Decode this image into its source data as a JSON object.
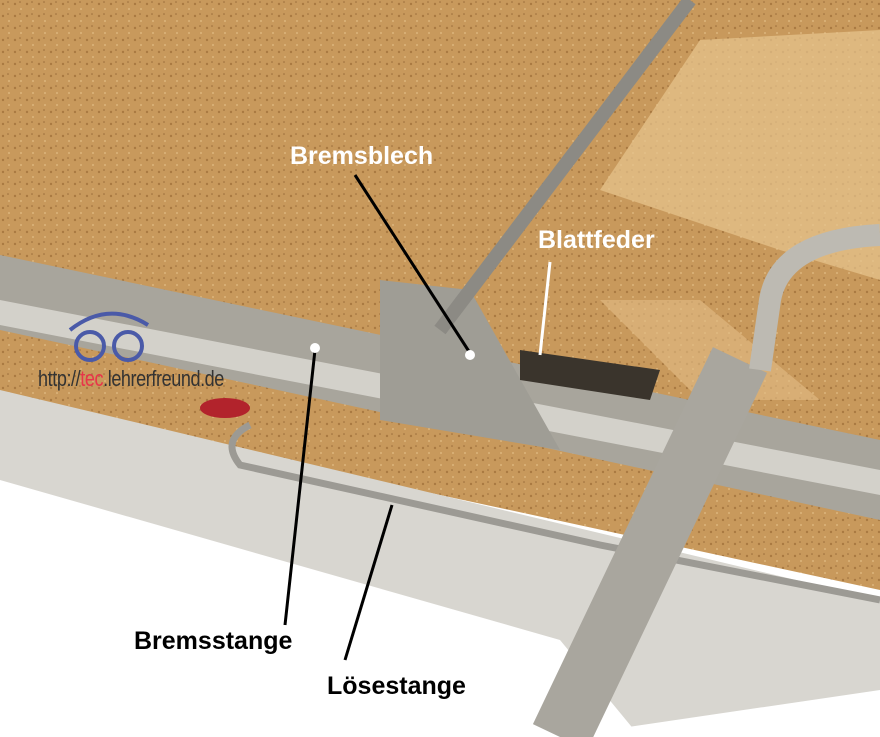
{
  "labels": {
    "bremsblech": "Bremsblech",
    "blattfeder": "Blattfeder",
    "bremsstange": "Bremsstange",
    "loesestange": "Lösestange"
  },
  "watermark": {
    "prefix": "http://",
    "highlight": "tec",
    "suffix": ".lehrerfreund.de"
  },
  "colors": {
    "board": "#c89a5e",
    "metal": "#b8b6ae",
    "background": "#ffffff"
  }
}
